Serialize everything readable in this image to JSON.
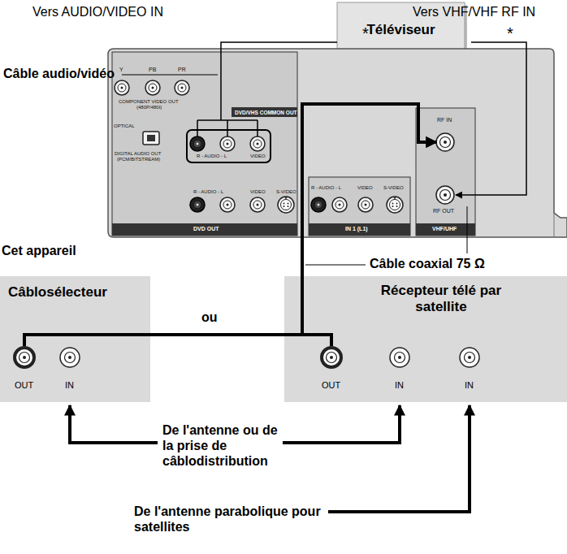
{
  "diagram": {
    "nodes": [
      {
        "text": [
          "Téléviseur"
        ]
      },
      {
        "text": [
          "Cet appareil"
        ]
      },
      {
        "text": [
          "Câblosélecteur"
        ]
      },
      {
        "text": [
          "Récepteur télé par satellite"
        ]
      }
    ],
    "edges": [
      {
        "from": 2,
        "to": 1,
        "arrow": "to"
      },
      {
        "from": 3,
        "to": 1,
        "arrow": "to"
      },
      {
        "from": 0,
        "to": 1,
        "arrow": "none"
      },
      {
        "from": 0,
        "to": 1,
        "arrow": "to"
      }
    ],
    "labels": [
      "Vers AUDIO/VIDEO IN",
      "Vers VHF/VHF RF IN",
      "*",
      "*",
      "Câble audio/vidéo",
      "Câble coaxial 75 Ω",
      "ou",
      "OUT",
      "IN",
      "OUT",
      "IN",
      "IN",
      "De l'antenne ou de la prise de câblodistribution",
      "De l'antenne parabolique pour satellites",
      "Y",
      "PB",
      "PR",
      "COMPONENT VIDEO OUT",
      "(480P/480I)",
      "OPTICAL",
      "DIGITAL AUDIO OUT",
      "(PCM/BITSTREAM)",
      "DVD/VHS COMMON OUT",
      "R - AUDIO - L",
      "VIDEO",
      "DVD OUT",
      "R - AUDIO - L",
      "VIDEO",
      "S-VIDEO",
      "R - AUDIO - L",
      "VIDEO",
      "S-VIDEO",
      "IN 1 (L1)",
      "RF IN",
      "RF OUT",
      "VHF/UHF"
    ]
  }
}
